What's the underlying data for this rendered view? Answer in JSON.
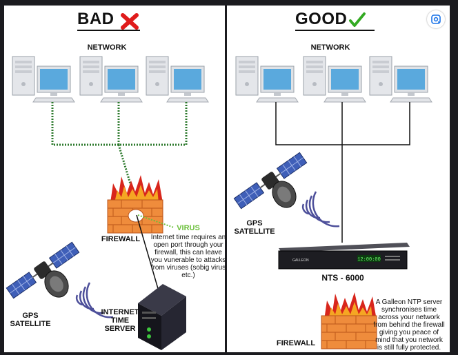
{
  "bad": {
    "title": "BAD",
    "network_label": "NETWORK",
    "firewall_label": "FIREWALL",
    "virus_label": "VIRUS",
    "virus_note": "Internet time requires an open port through your firewall, this can leave you vunerable to attacks from viruses (sobig virus etc.)",
    "gps_label": "GPS SATELLITE",
    "server_label": "INTERNET TIME SERVER"
  },
  "good": {
    "title": "GOOD",
    "network_label": "NETWORK",
    "gps_label": "GPS SATELLITE",
    "nts_label": "NTS - 6000",
    "firewall_label": "FIREWALL",
    "note": "A Galleon NTP server synchronises time across your network from behind the firewall giving you peace of mind that you network is still fully protected.",
    "device_brand": "GALLEON",
    "device_display": "12:00:00"
  },
  "icons": {
    "bad_mark": "red-x-icon",
    "good_mark": "green-check-icon",
    "lens": "google-lens-icon"
  },
  "colors": {
    "bad_mark": "#e01b1b",
    "good_mark": "#33aa22",
    "virus_text": "#6bbf3a",
    "dotted_link": "#2d7a2d",
    "firewall_brick": "#e8762a",
    "flame": "#d8261c"
  }
}
